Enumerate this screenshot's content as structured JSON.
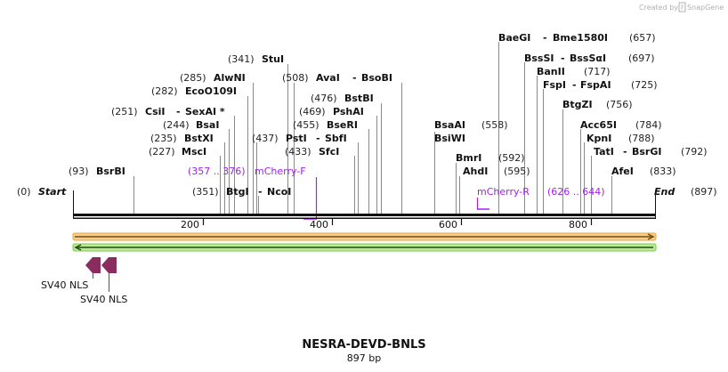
{
  "header": {
    "credit_text": "Created by",
    "app_name": "SnapGene"
  },
  "sequence": {
    "name": "NESRA-DEVD-BNLS",
    "length_label": "897 bp",
    "length": 897
  },
  "ruler": {
    "ticks": [
      "200",
      "400",
      "600",
      "800"
    ]
  },
  "ends": {
    "start": {
      "pos": "(0)",
      "label": "Start"
    },
    "end": {
      "pos": "(897)",
      "label": "End"
    }
  },
  "enzymes": [
    {
      "pos": "(93)",
      "name": "BsrBI"
    },
    {
      "pos": "(227)",
      "name": "MscI"
    },
    {
      "pos": "(235)",
      "name": "BstXI"
    },
    {
      "pos": "(244)",
      "name": "BsaI"
    },
    {
      "pos": "(251)",
      "name": "CsiI",
      "alt": "SexAI *"
    },
    {
      "pos": "(282)",
      "name": "EcoO109I"
    },
    {
      "pos": "(285)",
      "name": "AlwNI"
    },
    {
      "pos": "(341)",
      "name": "StuI"
    },
    {
      "pos": "(351)",
      "name": "BtgI",
      "alt": "NcoI"
    },
    {
      "pos": "(433)",
      "name": "SfcI"
    },
    {
      "pos": "(437)",
      "name": "PstI",
      "alt": "SbfI"
    },
    {
      "pos": "(455)",
      "name": "BseRI"
    },
    {
      "pos": "(469)",
      "name": "PshAI"
    },
    {
      "pos": "(476)",
      "name": "BstBI"
    },
    {
      "pos": "(508)",
      "name": "AvaI",
      "alt": "BsoBI"
    },
    {
      "pos": "(558)",
      "name": "BsaAI"
    },
    {
      "name": "BsiWI"
    },
    {
      "pos": "(592)",
      "name": "BmrI"
    },
    {
      "pos": "(595)",
      "name": "AhdI"
    },
    {
      "pos": "(657)",
      "name": "BaeGI",
      "alt": "Bme1580I"
    },
    {
      "pos": "(697)",
      "name": "BssSI",
      "alt": "BssSαI"
    },
    {
      "pos": "(717)",
      "name": "BanII"
    },
    {
      "pos": "(725)",
      "name": "FspI",
      "alt": "FspAI"
    },
    {
      "pos": "(756)",
      "name": "BtgZI"
    },
    {
      "pos": "(784)",
      "name": "Acc65I"
    },
    {
      "pos": "(788)",
      "name": "KpnI"
    },
    {
      "pos": "(792)",
      "name": "TatI",
      "alt": "BsrGI"
    },
    {
      "pos": "(833)",
      "name": "AfeI"
    }
  ],
  "primers": [
    {
      "range": "(357 .. 376)",
      "name": "mCherry-F",
      "color": "#a020f0"
    },
    {
      "range": "(626 .. 644)",
      "name": "mCherry-R",
      "color": "#a020f0"
    }
  ],
  "features": [
    {
      "name": "SV40 NLS",
      "color": "#8b2c5e"
    },
    {
      "name": "SV40 NLS",
      "color": "#8b2c5e"
    }
  ],
  "colors": {
    "orange_bar": "#e8a33a",
    "green_bar": "#7ec850",
    "backbone": "#111111"
  }
}
